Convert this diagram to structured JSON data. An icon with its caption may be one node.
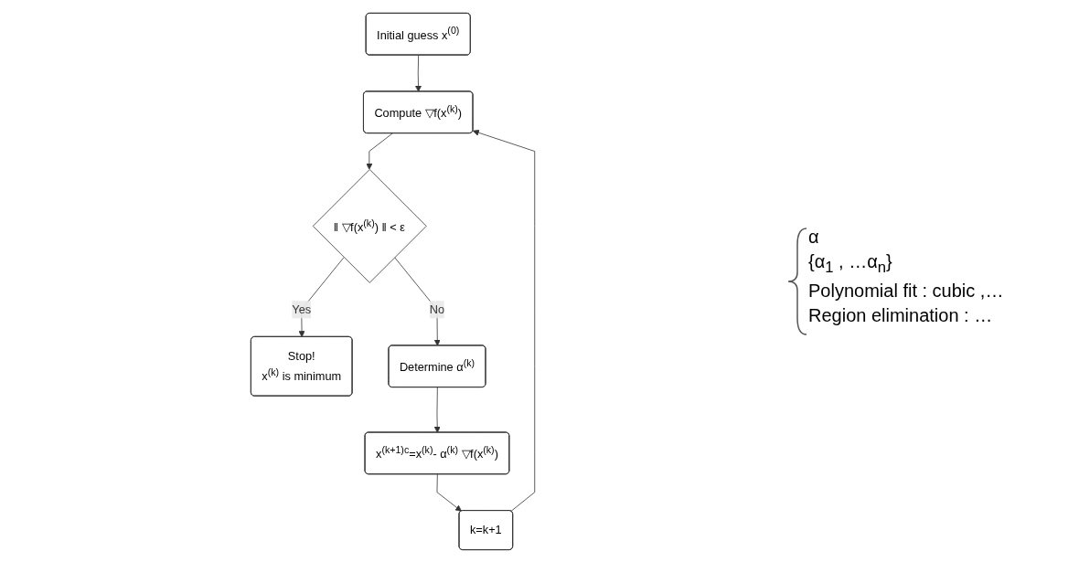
{
  "diagram": {
    "nodes": [
      {
        "text": [
          "Initial guess x$^{(0)}$"
        ]
      },
      {
        "text": [
          "Compute ▽f(x$^{(k)}$)"
        ]
      },
      {
        "text": [
          "‖ ▽f(x$^{(k)}$) ‖ < ε"
        ]
      },
      {
        "text": [
          "Stop!",
          "x$^{(k)}$ is minimum"
        ]
      },
      {
        "text": [
          "k=k+1"
        ]
      },
      {
        "text": [
          "Determine α$^{(k)}$"
        ]
      },
      {
        "text": [
          "x$^{(k+1)c}$=x$^{(k)}$- α$^{(k)}$ ▽f(x$^{(k)}$)"
        ]
      }
    ],
    "edges": [
      {
        "from": 0,
        "to": 1,
        "arrow": "to"
      },
      {
        "from": 1,
        "to": 2,
        "arrow": "to"
      },
      {
        "from": 2,
        "to": 3,
        "label": "Yes",
        "arrow": "to"
      },
      {
        "from": 2,
        "to": 5,
        "label": "No",
        "arrow": "to"
      },
      {
        "from": 5,
        "to": 6,
        "arrow": "to"
      },
      {
        "from": 6,
        "to": 4,
        "arrow": "to"
      },
      {
        "from": 4,
        "to": 1,
        "arrow": "to"
      }
    ],
    "labels": [
      "α",
      "{α$_{1}$ , …α$_{n}$}",
      "Polynomial fit : cubic ,…",
      "Region elimination : …"
    ]
  }
}
